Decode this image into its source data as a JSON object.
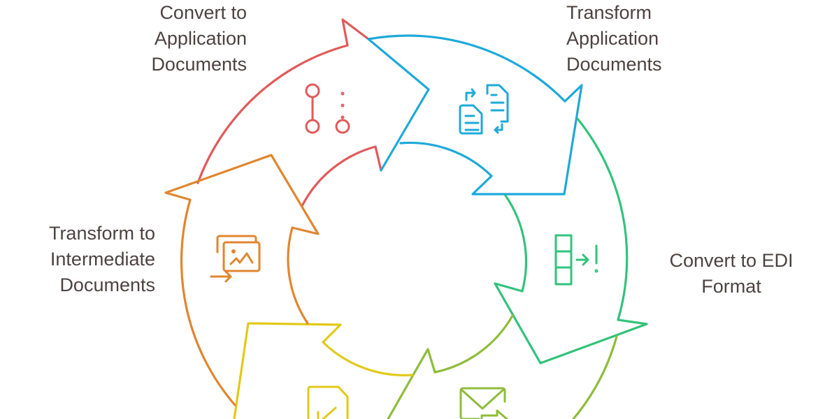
{
  "stages": [
    {
      "label_lines": [
        "Convert to",
        "Application",
        "Documents"
      ],
      "icon": "git-branch-icon",
      "color": "#e05a5a"
    },
    {
      "label_lines": [
        "Transform",
        "Application",
        "Documents"
      ],
      "icon": "document-swap-icon",
      "color": "#1ea9d9"
    },
    {
      "label_lines": [
        "Convert to EDI",
        "Format"
      ],
      "icon": "table-export-icon",
      "color": "#33c27b"
    },
    {
      "label_lines": [],
      "icon": "mail-forward-icon",
      "color": "#8fbc3a"
    },
    {
      "label_lines": [],
      "icon": "file-download-icon",
      "color": "#e2c918"
    },
    {
      "label_lines": [
        "Transform to",
        "Intermediate",
        "Documents"
      ],
      "icon": "image-import-icon",
      "color": "#e0862e"
    }
  ]
}
